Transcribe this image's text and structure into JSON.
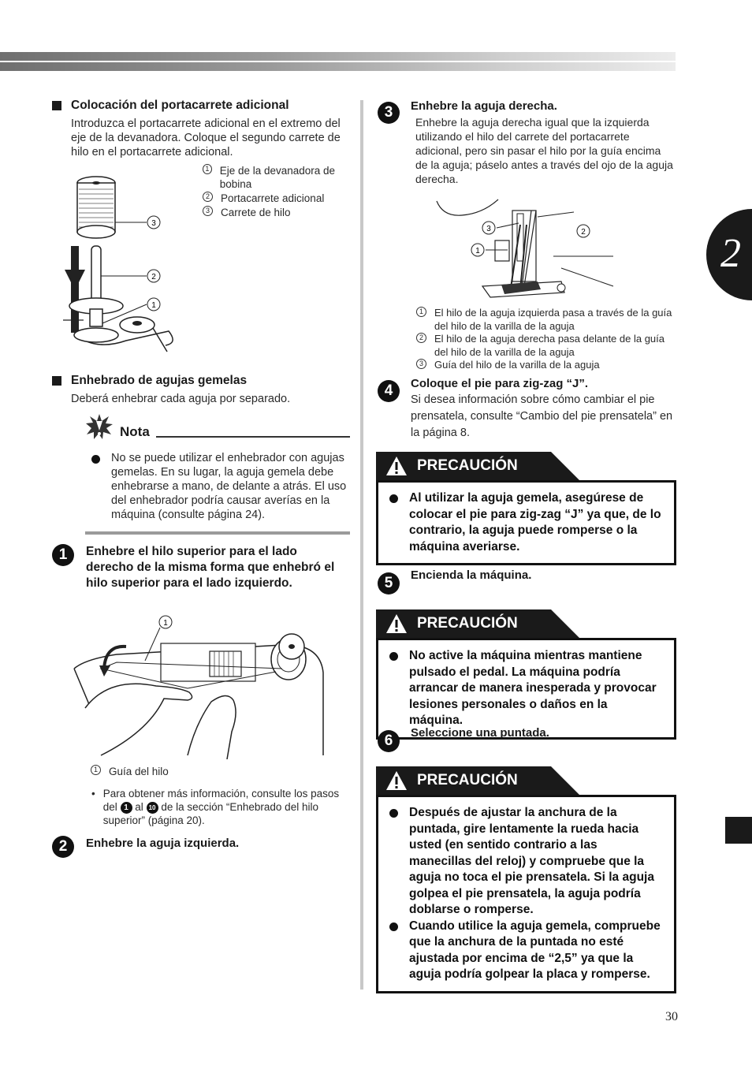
{
  "page_number": "30",
  "chapter_number": "2",
  "left": {
    "section1": {
      "heading": "Colocación del portacarrete adicional",
      "body": "Introduzca el portacarrete adicional en el extremo del eje de la devanadora. Coloque el segundo carrete de hilo en el portacarrete adicional.",
      "legend": [
        {
          "num": "1",
          "text": "Eje de la devanadora de bobina"
        },
        {
          "num": "2",
          "text": "Portacarrete adicional"
        },
        {
          "num": "3",
          "text": "Carrete de hilo"
        }
      ]
    },
    "section2": {
      "heading": "Enhebrado de agujas gemelas",
      "body": "Deberá enhebrar cada aguja por separado."
    },
    "nota": {
      "title": "Nota",
      "bullet": "No se puede utilizar el enhebrador con agujas gemelas. En su lugar, la aguja gemela debe enhebrarse a mano, de delante a atrás. El uso del enhebrador podría causar averías en la máquina (consulte página 24)."
    },
    "step1": {
      "num": "1",
      "text": "Enhebre el hilo superior para el lado derecho de la misma forma que enhebró el hilo superior para el lado izquierdo.",
      "legend": [
        {
          "num": "1",
          "text": "Guía del hilo"
        }
      ],
      "note_pre": "Para obtener más información, consulte los pasos del",
      "note_ref_a": "1",
      "note_mid": "al",
      "note_ref_b": "10",
      "note_post": "de la sección “Enhebrado del hilo superior” (página 20)."
    },
    "step2": {
      "num": "2",
      "text": "Enhebre la aguja izquierda."
    }
  },
  "right": {
    "step3": {
      "num": "3",
      "heading": "Enhebre la aguja derecha.",
      "body": "Enhebre la aguja derecha igual que la izquierda utilizando el hilo del carrete del portacarrete adicional, pero sin pasar el hilo por la guía encima de la aguja; páselo antes a través del ojo de la aguja derecha.",
      "legend": [
        {
          "num": "1",
          "text": "El hilo de la aguja izquierda pasa a través de la guía del hilo de la varilla de la aguja"
        },
        {
          "num": "2",
          "text": "El hilo de la aguja derecha pasa delante de la guía del hilo de la varilla de la aguja"
        },
        {
          "num": "3",
          "text": "Guía del hilo de la varilla de la aguja"
        }
      ]
    },
    "step4": {
      "num": "4",
      "heading": "Coloque el pie para zig-zag “J”.",
      "body": "Si desea información sobre cómo cambiar el pie prensatela, consulte “Cambio del pie prensatela” en la página 8."
    },
    "caution1": {
      "label": "PRECAUCIÓN",
      "bullets": [
        "Al utilizar la aguja gemela, asegúrese de colocar el pie para zig-zag “J” ya que, de lo contrario, la aguja puede romperse o la máquina averiarse."
      ]
    },
    "step5": {
      "num": "5",
      "heading": "Encienda la máquina."
    },
    "caution2": {
      "label": "PRECAUCIÓN",
      "bullets": [
        "No active la máquina mientras mantiene pulsado el pedal. La máquina podría arrancar de manera inesperada y provocar lesiones personales o daños en la máquina."
      ]
    },
    "step6": {
      "num": "6",
      "heading": "Seleccione una puntada."
    },
    "caution3": {
      "label": "PRECAUCIÓN",
      "bullets": [
        "Después de ajustar la anchura de la puntada, gire lentamente la rueda hacia usted (en sentido contrario a las manecillas del reloj) y compruebe que la aguja no toca el pie prensatela. Si la aguja golpea el pie prensatela, la aguja podría doblarse o romperse.",
        "Cuando utilice la aguja gemela, compruebe que la anchura de la puntada no esté ajustada por encima de “2,5” ya que la aguja podría golpear la placa y romperse."
      ]
    }
  }
}
